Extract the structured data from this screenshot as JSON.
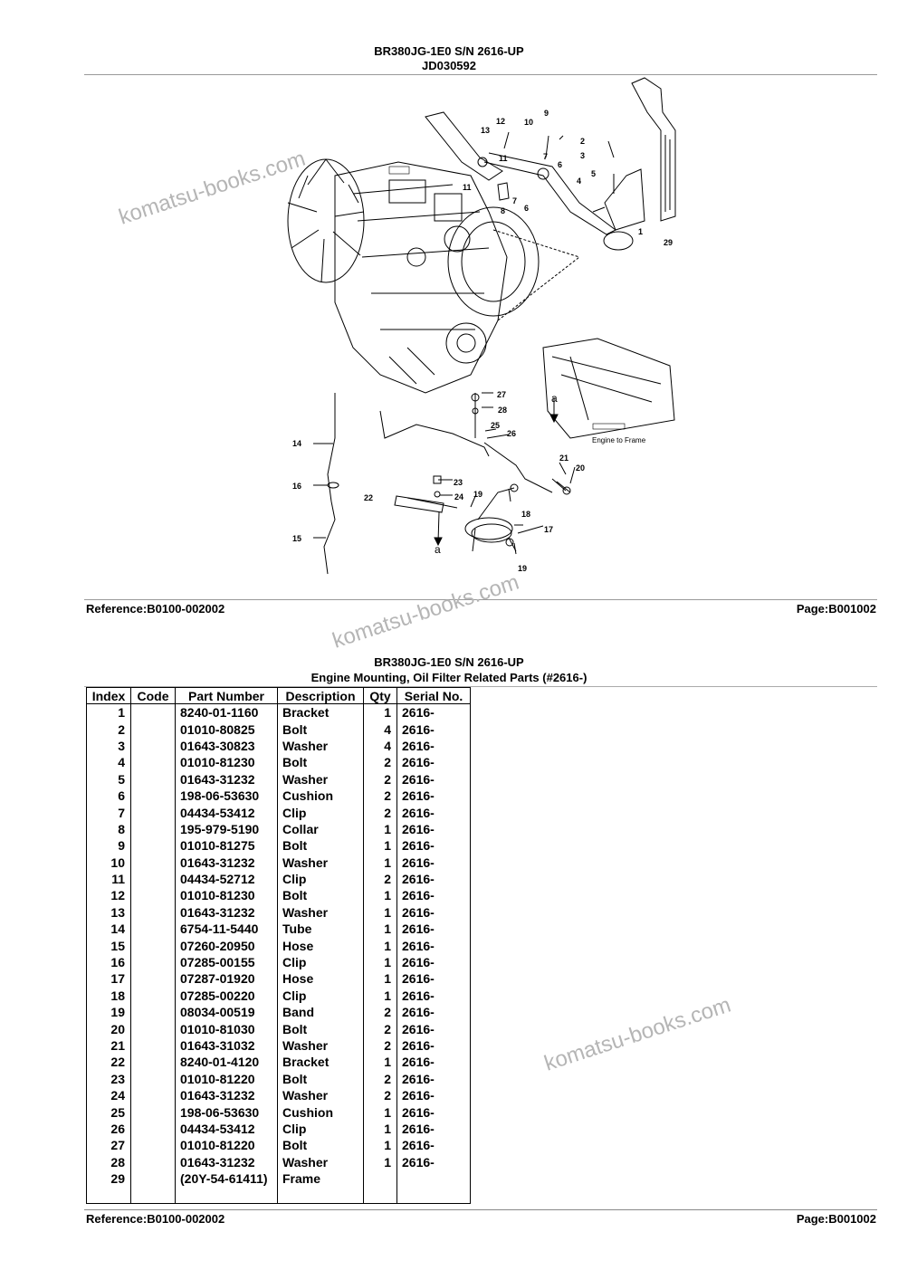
{
  "upper": {
    "title": "BR380JG-1E0 S/N 2616-UP",
    "code": "JD030592",
    "reference": "Reference:B0100-002002",
    "page": "Page:B001002",
    "diagram_labels": {
      "n1": "1",
      "n2": "2",
      "n3": "3",
      "n4": "4",
      "n5": "5",
      "n6a": "6",
      "n6b": "6",
      "n7a": "7",
      "n7b": "7",
      "n8": "8",
      "n9": "9",
      "n10": "10",
      "n11a": "11",
      "n11b": "11",
      "n12": "12",
      "n13": "13",
      "n14": "14",
      "n15": "15",
      "n16": "16",
      "n17": "17",
      "n18": "18",
      "n19a": "19",
      "n19b": "19",
      "n20": "20",
      "n21": "21",
      "n22": "22",
      "n23": "23",
      "n24": "24",
      "n25": "25",
      "n26": "26",
      "n27": "27",
      "n28": "28",
      "n29": "29",
      "a1": "a",
      "a2": "a",
      "engine_to_frame": "Engine to Frame"
    }
  },
  "lower": {
    "title": "BR380JG-1E0 S/N 2616-UP",
    "subtitle": "Engine Mounting, Oil Filter Related Parts (#2616-)",
    "reference": "Reference:B0100-002002",
    "page": "Page:B001002",
    "columns": [
      "Index",
      "Code",
      "Part Number",
      "Description",
      "Qty",
      "Serial No."
    ],
    "rows": [
      {
        "index": "1",
        "code": "",
        "part": "8240-01-1160",
        "desc": "Bracket",
        "qty": "1",
        "serial": "2616-"
      },
      {
        "index": "2",
        "code": "",
        "part": "01010-80825",
        "desc": "Bolt",
        "qty": "4",
        "serial": "2616-"
      },
      {
        "index": "3",
        "code": "",
        "part": "01643-30823",
        "desc": "Washer",
        "qty": "4",
        "serial": "2616-"
      },
      {
        "index": "4",
        "code": "",
        "part": "01010-81230",
        "desc": "Bolt",
        "qty": "2",
        "serial": "2616-"
      },
      {
        "index": "5",
        "code": "",
        "part": "01643-31232",
        "desc": "Washer",
        "qty": "2",
        "serial": "2616-"
      },
      {
        "index": "6",
        "code": "",
        "part": "198-06-53630",
        "desc": "Cushion",
        "qty": "2",
        "serial": "2616-"
      },
      {
        "index": "7",
        "code": "",
        "part": "04434-53412",
        "desc": "Clip",
        "qty": "2",
        "serial": "2616-"
      },
      {
        "index": "8",
        "code": "",
        "part": "195-979-5190",
        "desc": "Collar",
        "qty": "1",
        "serial": "2616-"
      },
      {
        "index": "9",
        "code": "",
        "part": "01010-81275",
        "desc": "Bolt",
        "qty": "1",
        "serial": "2616-"
      },
      {
        "index": "10",
        "code": "",
        "part": "01643-31232",
        "desc": "Washer",
        "qty": "1",
        "serial": "2616-"
      },
      {
        "index": "11",
        "code": "",
        "part": "04434-52712",
        "desc": "Clip",
        "qty": "2",
        "serial": "2616-"
      },
      {
        "index": "12",
        "code": "",
        "part": "01010-81230",
        "desc": "Bolt",
        "qty": "1",
        "serial": "2616-"
      },
      {
        "index": "13",
        "code": "",
        "part": "01643-31232",
        "desc": "Washer",
        "qty": "1",
        "serial": "2616-"
      },
      {
        "index": "14",
        "code": "",
        "part": "6754-11-5440",
        "desc": "Tube",
        "qty": "1",
        "serial": "2616-"
      },
      {
        "index": "15",
        "code": "",
        "part": "07260-20950",
        "desc": "Hose",
        "qty": "1",
        "serial": "2616-"
      },
      {
        "index": "16",
        "code": "",
        "part": "07285-00155",
        "desc": "Clip",
        "qty": "1",
        "serial": "2616-"
      },
      {
        "index": "17",
        "code": "",
        "part": "07287-01920",
        "desc": "Hose",
        "qty": "1",
        "serial": "2616-"
      },
      {
        "index": "18",
        "code": "",
        "part": "07285-00220",
        "desc": "Clip",
        "qty": "1",
        "serial": "2616-"
      },
      {
        "index": "19",
        "code": "",
        "part": "08034-00519",
        "desc": "Band",
        "qty": "2",
        "serial": "2616-"
      },
      {
        "index": "20",
        "code": "",
        "part": "01010-81030",
        "desc": "Bolt",
        "qty": "2",
        "serial": "2616-"
      },
      {
        "index": "21",
        "code": "",
        "part": "01643-31032",
        "desc": "Washer",
        "qty": "2",
        "serial": "2616-"
      },
      {
        "index": "22",
        "code": "",
        "part": "8240-01-4120",
        "desc": "Bracket",
        "qty": "1",
        "serial": "2616-"
      },
      {
        "index": "23",
        "code": "",
        "part": "01010-81220",
        "desc": "Bolt",
        "qty": "2",
        "serial": "2616-"
      },
      {
        "index": "24",
        "code": "",
        "part": "01643-31232",
        "desc": "Washer",
        "qty": "2",
        "serial": "2616-"
      },
      {
        "index": "25",
        "code": "",
        "part": "198-06-53630",
        "desc": "Cushion",
        "qty": "1",
        "serial": "2616-"
      },
      {
        "index": "26",
        "code": "",
        "part": "04434-53412",
        "desc": "Clip",
        "qty": "1",
        "serial": "2616-"
      },
      {
        "index": "27",
        "code": "",
        "part": "01010-81220",
        "desc": "Bolt",
        "qty": "1",
        "serial": "2616-"
      },
      {
        "index": "28",
        "code": "",
        "part": "01643-31232",
        "desc": "Washer",
        "qty": "1",
        "serial": "2616-"
      },
      {
        "index": "29",
        "code": "",
        "part": "(20Y-54-61411)",
        "desc": "Frame",
        "qty": "",
        "serial": ""
      }
    ]
  },
  "watermarks": [
    "komatsu-books.com",
    "komatsu-books.com",
    "komatsu-books.com"
  ]
}
